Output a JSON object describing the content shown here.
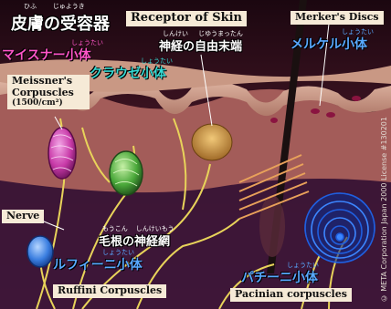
{
  "title_jp": "皮膚の受容器",
  "title_jp_furigana": [
    "ひふ",
    "じゅようき"
  ],
  "title_en": "Receptor of Skin",
  "labels": {
    "merkel_en": "Merker's Discs",
    "merkel_jp": "メルケル小体",
    "meissner_pink_jp": "マイスナー小体",
    "krause_jp": "クラウゼ小体",
    "free_nerve_jp": "神経の自由末端",
    "free_nerve_furigana": [
      "しんけい",
      "じゆうまったん"
    ],
    "shoutai_furigana": "しょうたい",
    "meissner_en_1": "Meissner's",
    "meissner_en_2": "Corpuscles",
    "meissner_density": "(1500/cm²)",
    "nerve_en": "Nerve",
    "hair_nerve_jp": "毛根の神経網",
    "hair_nerve_furigana": [
      "もうこん",
      "しんけいもう"
    ],
    "ruffini_jp": "ルフィーニ小体",
    "ruffini_en": "Ruffini Corpuscles",
    "pacinian_jp": "パチーニ小体",
    "pacinian_en": "Pacinian corpuscles"
  },
  "copyright": "© META Corporation Japan 2000 License #130201",
  "colors": {
    "epidermis": "#c79a86",
    "dermis": "#a35c59",
    "deep": "#4a1a3a",
    "nerve": "#e8d35a",
    "meissner": "#c83aa8",
    "krause": "#3a9a3a",
    "pacinian": "#1f5fe0",
    "ruffini": "#3a7ee0",
    "free_nerve": "#d4a24a",
    "label_bg": "#f6ead7"
  }
}
